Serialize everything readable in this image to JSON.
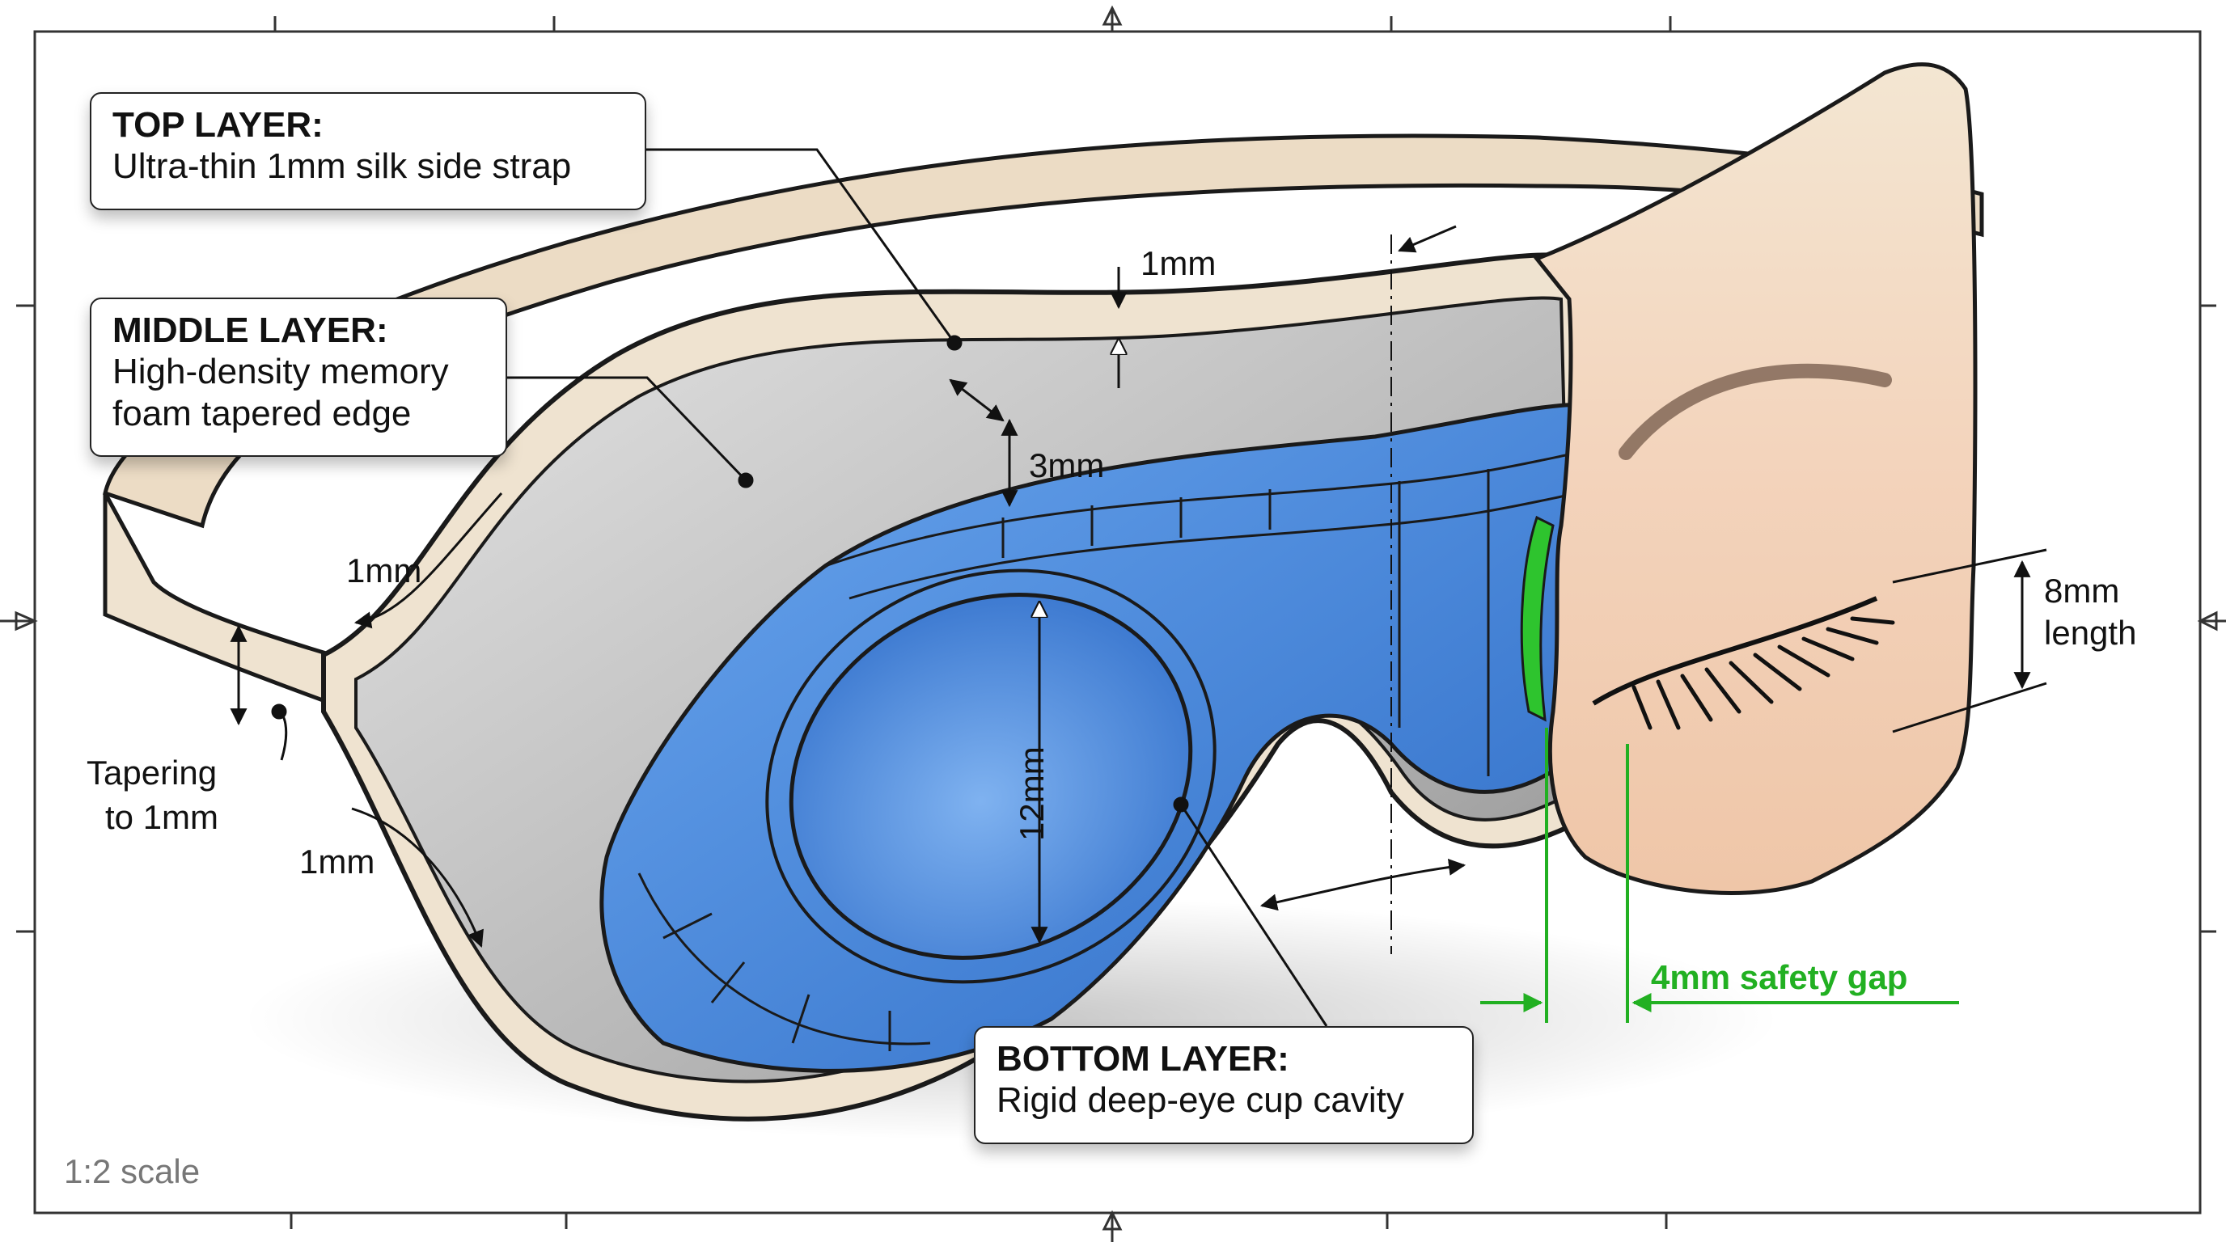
{
  "diagram": {
    "title": "Eye mask layer cross-section",
    "scale_note": "1:2 scale",
    "callouts": [
      {
        "id": "top",
        "title": "TOP LAYER:",
        "lines": [
          "Ultra-thin 1mm silk side strap"
        ]
      },
      {
        "id": "middle",
        "title": "MIDDLE LAYER:",
        "lines": [
          "High-density memory",
          "foam tapered edge"
        ]
      },
      {
        "id": "bottom",
        "title": "BOTTOM LAYER:",
        "lines": [
          "Rigid deep-eye cup cavity"
        ]
      }
    ],
    "dimensions": {
      "strap_top_thickness": "1mm",
      "foam_thickness": "3mm",
      "strap_side_upper": "1mm",
      "strap_side_lower": "1mm",
      "tapering_line1": "Tapering",
      "tapering_line2": "to 1mm",
      "cup_depth": "12mm",
      "lash_line1": "8mm",
      "lash_line2": "length",
      "safety_gap": "4mm safety gap"
    },
    "colors": {
      "strap": "#efe3d0",
      "foam": "#bdbdbd",
      "cup": "#4f8fe0",
      "cup_dark": "#2d6bc4",
      "skin": "#f2cdb0",
      "gap_green": "#22b022",
      "outline": "#1a1a1a"
    }
  }
}
